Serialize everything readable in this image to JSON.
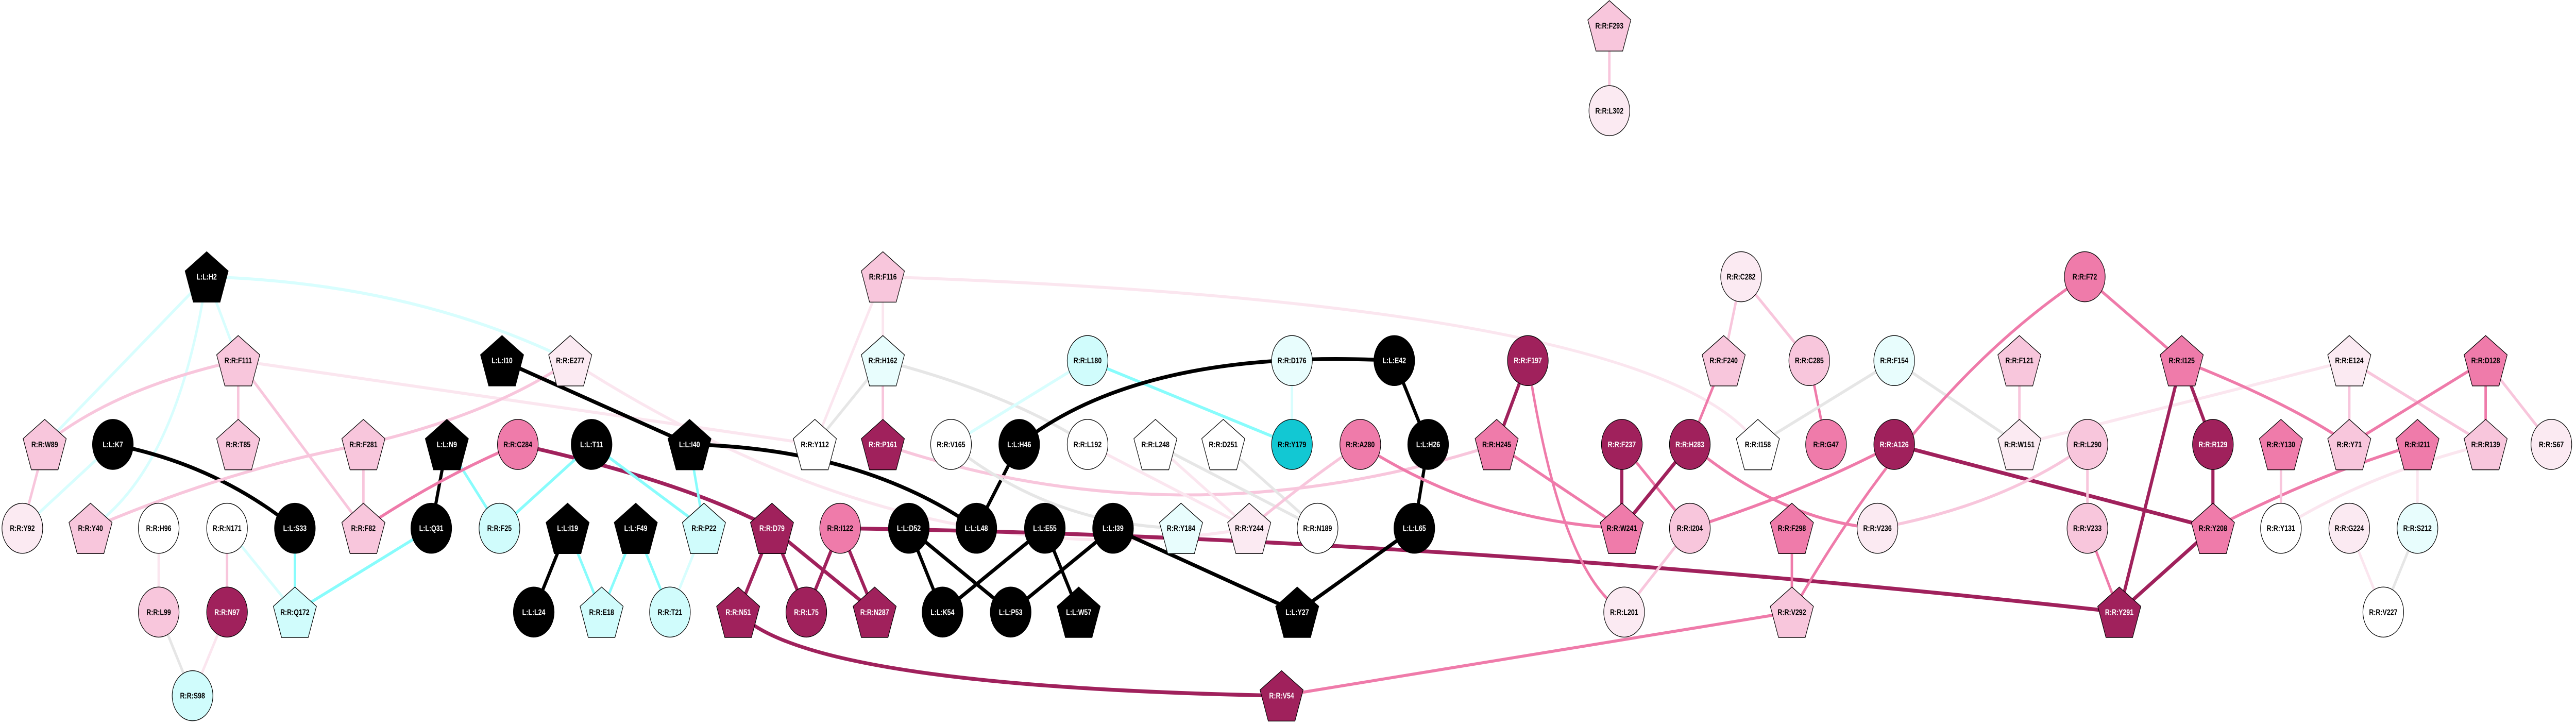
{
  "palette": {
    "ligand": "#000000",
    "dark": "#A0215C",
    "medium_pink": "#EF7BAA",
    "light_pink": "#F8C6DC",
    "pale_pink": "#FBEAF2",
    "white": "#FFFFFF",
    "light_cyan": "#D0FCFC",
    "pale_cyan": "#E8FDFD",
    "teal": "#12C8D3"
  },
  "nodes": [
    {
      "label": "R:R:F293",
      "shape": "pentagon",
      "fill": "#F8C6DC"
    },
    {
      "label": "R:R:L302",
      "shape": "circle",
      "fill": "#FBEAF2"
    },
    {
      "label": "L:L:H2",
      "shape": "pentagon",
      "fill": "#000000"
    },
    {
      "label": "R:R:F116",
      "shape": "pentagon",
      "fill": "#F8C6DC"
    },
    {
      "label": "R:R:C282",
      "shape": "circle",
      "fill": "#FBEAF2"
    },
    {
      "label": "R:R:F72",
      "shape": "circle",
      "fill": "#EF7BAA"
    },
    {
      "label": "R:R:F111",
      "shape": "pentagon",
      "fill": "#F8C6DC"
    },
    {
      "label": "L:L:I10",
      "shape": "pentagon",
      "fill": "#000000"
    },
    {
      "label": "R:R:E277",
      "shape": "pentagon",
      "fill": "#FBEAF2"
    },
    {
      "label": "R:R:H162",
      "shape": "pentagon",
      "fill": "#E8FDFD"
    },
    {
      "label": "R:R:L180",
      "shape": "circle",
      "fill": "#D0FCFC"
    },
    {
      "label": "R:R:D176",
      "shape": "circle",
      "fill": "#E8FDFD"
    },
    {
      "label": "L:L:E42",
      "shape": "circle",
      "fill": "#000000"
    },
    {
      "label": "R:R:F197",
      "shape": "circle",
      "fill": "#A0215C"
    },
    {
      "label": "R:R:F240",
      "shape": "pentagon",
      "fill": "#F8C6DC"
    },
    {
      "label": "R:R:C285",
      "shape": "circle",
      "fill": "#F8C6DC"
    },
    {
      "label": "R:R:F154",
      "shape": "circle",
      "fill": "#E8FDFD"
    },
    {
      "label": "R:R:F121",
      "shape": "pentagon",
      "fill": "#F8C6DC"
    },
    {
      "label": "R:R:I125",
      "shape": "pentagon",
      "fill": "#EF7BAA"
    },
    {
      "label": "R:R:E124",
      "shape": "pentagon",
      "fill": "#FBEAF2"
    },
    {
      "label": "R:R:D128",
      "shape": "pentagon",
      "fill": "#EF7BAA"
    },
    {
      "label": "R:R:W89",
      "shape": "pentagon",
      "fill": "#F8C6DC"
    },
    {
      "label": "L:L:K7",
      "shape": "circle",
      "fill": "#000000"
    },
    {
      "label": "R:R:T85",
      "shape": "pentagon",
      "fill": "#F8C6DC"
    },
    {
      "label": "R:R:F281",
      "shape": "pentagon",
      "fill": "#F8C6DC"
    },
    {
      "label": "L:L:N9",
      "shape": "pentagon",
      "fill": "#000000"
    },
    {
      "label": "R:R:C284",
      "shape": "circle",
      "fill": "#EF7BAA"
    },
    {
      "label": "L:L:T11",
      "shape": "circle",
      "fill": "#000000"
    },
    {
      "label": "L:L:I40",
      "shape": "pentagon",
      "fill": "#000000"
    },
    {
      "label": "R:R:Y112",
      "shape": "pentagon",
      "fill": "#FFFFFF"
    },
    {
      "label": "R:R:P161",
      "shape": "pentagon",
      "fill": "#A0215C"
    },
    {
      "label": "R:R:V165",
      "shape": "circle",
      "fill": "#FFFFFF"
    },
    {
      "label": "L:L:H46",
      "shape": "circle",
      "fill": "#000000"
    },
    {
      "label": "R:R:L192",
      "shape": "circle",
      "fill": "#FFFFFF"
    },
    {
      "label": "R:R:L248",
      "shape": "pentagon",
      "fill": "#FFFFFF"
    },
    {
      "label": "R:R:D251",
      "shape": "pentagon",
      "fill": "#FFFFFF"
    },
    {
      "label": "R:R:Y179",
      "shape": "circle",
      "fill": "#12C8D3"
    },
    {
      "label": "R:R:A280",
      "shape": "circle",
      "fill": "#EF7BAA"
    },
    {
      "label": "L:L:H26",
      "shape": "circle",
      "fill": "#000000"
    },
    {
      "label": "R:R:H245",
      "shape": "pentagon",
      "fill": "#EF7BAA"
    },
    {
      "label": "R:R:F237",
      "shape": "circle",
      "fill": "#A0215C"
    },
    {
      "label": "R:R:H283",
      "shape": "circle",
      "fill": "#A0215C"
    },
    {
      "label": "R:R:I158",
      "shape": "pentagon",
      "fill": "#FFFFFF"
    },
    {
      "label": "R:R:G47",
      "shape": "circle",
      "fill": "#EF7BAA"
    },
    {
      "label": "R:R:A126",
      "shape": "circle",
      "fill": "#A0215C"
    },
    {
      "label": "R:R:W151",
      "shape": "pentagon",
      "fill": "#FBEAF2"
    },
    {
      "label": "R:R:L290",
      "shape": "circle",
      "fill": "#F8C6DC"
    },
    {
      "label": "R:R:R129",
      "shape": "circle",
      "fill": "#A0215C"
    },
    {
      "label": "R:R:Y130",
      "shape": "pentagon",
      "fill": "#EF7BAA"
    },
    {
      "label": "R:R:Y71",
      "shape": "pentagon",
      "fill": "#F8C6DC"
    },
    {
      "label": "R:R:I211",
      "shape": "pentagon",
      "fill": "#EF7BAA"
    },
    {
      "label": "R:R:R139",
      "shape": "pentagon",
      "fill": "#F8C6DC"
    },
    {
      "label": "R:R:S67",
      "shape": "circle",
      "fill": "#FBEAF2"
    },
    {
      "label": "R:R:Y92",
      "shape": "circle",
      "fill": "#FBEAF2"
    },
    {
      "label": "R:R:Y40",
      "shape": "pentagon",
      "fill": "#F8C6DC"
    },
    {
      "label": "R:R:H96",
      "shape": "circle",
      "fill": "#FFFFFF"
    },
    {
      "label": "R:R:N171",
      "shape": "circle",
      "fill": "#FFFFFF"
    },
    {
      "label": "L:L:S33",
      "shape": "circle",
      "fill": "#000000"
    },
    {
      "label": "R:R:F82",
      "shape": "pentagon",
      "fill": "#F8C6DC"
    },
    {
      "label": "L:L:Q31",
      "shape": "circle",
      "fill": "#000000"
    },
    {
      "label": "R:R:F25",
      "shape": "circle",
      "fill": "#D0FCFC"
    },
    {
      "label": "L:L:I19",
      "shape": "pentagon",
      "fill": "#000000"
    },
    {
      "label": "L:L:F49",
      "shape": "pentagon",
      "fill": "#000000"
    },
    {
      "label": "R:R:P22",
      "shape": "pentagon",
      "fill": "#D0FCFC"
    },
    {
      "label": "R:R:D79",
      "shape": "pentagon",
      "fill": "#A0215C"
    },
    {
      "label": "R:R:I122",
      "shape": "circle",
      "fill": "#EF7BAA"
    },
    {
      "label": "L:L:D52",
      "shape": "circle",
      "fill": "#000000"
    },
    {
      "label": "L:L:L48",
      "shape": "circle",
      "fill": "#000000"
    },
    {
      "label": "L:L:E55",
      "shape": "circle",
      "fill": "#000000"
    },
    {
      "label": "L:L:I39",
      "shape": "circle",
      "fill": "#000000"
    },
    {
      "label": "R:R:Y184",
      "shape": "pentagon",
      "fill": "#E8FDFD"
    },
    {
      "label": "R:R:Y244",
      "shape": "pentagon",
      "fill": "#FBEAF2"
    },
    {
      "label": "R:R:N189",
      "shape": "circle",
      "fill": "#FFFFFF"
    },
    {
      "label": "L:L:L65",
      "shape": "circle",
      "fill": "#000000"
    },
    {
      "label": "R:R:W241",
      "shape": "pentagon",
      "fill": "#EF7BAA"
    },
    {
      "label": "R:R:I204",
      "shape": "circle",
      "fill": "#F8C6DC"
    },
    {
      "label": "R:R:F298",
      "shape": "pentagon",
      "fill": "#EF7BAA"
    },
    {
      "label": "R:R:V236",
      "shape": "circle",
      "fill": "#FBEAF2"
    },
    {
      "label": "R:R:V233",
      "shape": "circle",
      "fill": "#F8C6DC"
    },
    {
      "label": "R:R:Y208",
      "shape": "pentagon",
      "fill": "#EF7BAA"
    },
    {
      "label": "R:R:Y131",
      "shape": "circle",
      "fill": "#FFFFFF"
    },
    {
      "label": "R:R:G224",
      "shape": "circle",
      "fill": "#FBEAF2"
    },
    {
      "label": "R:R:S212",
      "shape": "circle",
      "fill": "#E8FDFD"
    },
    {
      "label": "R:R:L99",
      "shape": "circle",
      "fill": "#F8C6DC"
    },
    {
      "label": "R:R:N97",
      "shape": "circle",
      "fill": "#A0215C"
    },
    {
      "label": "R:R:Q172",
      "shape": "pentagon",
      "fill": "#D0FCFC"
    },
    {
      "label": "L:L:L24",
      "shape": "circle",
      "fill": "#000000"
    },
    {
      "label": "R:R:E18",
      "shape": "pentagon",
      "fill": "#D0FCFC"
    },
    {
      "label": "R:R:T21",
      "shape": "circle",
      "fill": "#D0FCFC"
    },
    {
      "label": "R:R:N51",
      "shape": "pentagon",
      "fill": "#A0215C"
    },
    {
      "label": "R:R:L75",
      "shape": "circle",
      "fill": "#A0215C"
    },
    {
      "label": "R:R:N287",
      "shape": "pentagon",
      "fill": "#A0215C"
    },
    {
      "label": "L:L:K54",
      "shape": "circle",
      "fill": "#000000"
    },
    {
      "label": "L:L:P53",
      "shape": "circle",
      "fill": "#000000"
    },
    {
      "label": "L:L:W57",
      "shape": "pentagon",
      "fill": "#000000"
    },
    {
      "label": "L:L:Y27",
      "shape": "pentagon",
      "fill": "#000000"
    },
    {
      "label": "R:R:L201",
      "shape": "circle",
      "fill": "#FBEAF2"
    },
    {
      "label": "R:R:V292",
      "shape": "pentagon",
      "fill": "#F8C6DC"
    },
    {
      "label": "R:R:Y291",
      "shape": "pentagon",
      "fill": "#A0215C"
    },
    {
      "label": "R:R:V227",
      "shape": "circle",
      "fill": "#FFFFFF"
    },
    {
      "label": "R:R:S98",
      "shape": "circle",
      "fill": "#D0FCFC"
    },
    {
      "label": "R:R:V54",
      "shape": "pentagon",
      "fill": "#A0215C"
    }
  ],
  "edges": [
    {
      "source": "R:R:F293",
      "target": "R:R:L302",
      "color": "#F8C6DC"
    },
    {
      "source": "L:L:H2",
      "target": "R:R:E277",
      "color": "#D8FEFE"
    },
    {
      "source": "L:L:H2",
      "target": "R:R:F111",
      "color": "#D8FEFE"
    },
    {
      "source": "L:L:H2",
      "target": "R:R:W89",
      "color": "#D8FEFE"
    },
    {
      "source": "L:L:H2",
      "target": "R:R:Y40",
      "color": "#D8FEFE"
    },
    {
      "source": "R:R:F111",
      "target": "R:R:W89",
      "color": "#F8C6DC"
    },
    {
      "source": "R:R:F111",
      "target": "R:R:T85",
      "color": "#F8C6DC"
    },
    {
      "source": "R:R:F111",
      "target": "R:R:F82",
      "color": "#F8C6DC"
    },
    {
      "source": "R:R:F111",
      "target": "R:R:Y112",
      "color": "#FBE6EF"
    },
    {
      "source": "R:R:W89",
      "target": "R:R:Y92",
      "color": "#F8C6DC"
    },
    {
      "source": "L:L:K7",
      "target": "R:R:Y92",
      "color": "#D8FEFE"
    },
    {
      "source": "L:L:K7",
      "target": "L:L:S33",
      "color": "#000000"
    },
    {
      "source": "R:R:F281",
      "target": "R:R:Y40",
      "color": "#F8C6DC"
    },
    {
      "source": "R:R:F281",
      "target": "R:R:F82",
      "color": "#F8C6DC"
    },
    {
      "source": "R:R:F281",
      "target": "R:R:E277",
      "color": "#F8C6DC"
    },
    {
      "source": "L:L:N9",
      "target": "L:L:Q31",
      "color": "#000000"
    },
    {
      "source": "L:L:N9",
      "target": "R:R:F25",
      "color": "#88FCFC"
    },
    {
      "source": "R:R:C284",
      "target": "R:R:F82",
      "color": "#EF7BAA"
    },
    {
      "source": "R:R:C284",
      "target": "R:R:D79",
      "color": "#A0215C"
    },
    {
      "source": "R:R:H96",
      "target": "R:R:L99",
      "color": "#FBE6EF"
    },
    {
      "source": "R:R:N171",
      "target": "R:R:N97",
      "color": "#F8C6DC"
    },
    {
      "source": "R:R:N171",
      "target": "R:R:Q172",
      "color": "#D8FEFE"
    },
    {
      "source": "L:L:S33",
      "target": "R:R:Q172",
      "color": "#88FCFC"
    },
    {
      "source": "L:L:Q31",
      "target": "R:R:Q172",
      "color": "#88FCFC"
    },
    {
      "source": "R:R:L99",
      "target": "R:R:S98",
      "color": "#E6E6E6"
    },
    {
      "source": "R:R:N97",
      "target": "R:R:S98",
      "color": "#FBE6EF"
    },
    {
      "source": "L:L:I10",
      "target": "L:L:I40",
      "color": "#000000"
    },
    {
      "source": "R:R:E277",
      "target": "R:R:Y244",
      "color": "#FBE6EF"
    },
    {
      "source": "L:L:T11",
      "target": "R:R:F25",
      "color": "#88FCFC"
    },
    {
      "source": "L:L:T11",
      "target": "R:R:P22",
      "color": "#88FCFC"
    },
    {
      "source": "L:L:I40",
      "target": "R:R:P22",
      "color": "#88FCFC"
    },
    {
      "source": "L:L:I40",
      "target": "L:L:L48",
      "color": "#000000"
    },
    {
      "source": "R:R:Y112",
      "target": "R:R:F116",
      "color": "#FBE6EF"
    },
    {
      "source": "R:R:Y112",
      "target": "R:R:H162",
      "color": "#E6E6E6"
    },
    {
      "source": "R:R:P22",
      "target": "R:R:T21",
      "color": "#D8FEFE"
    },
    {
      "source": "L:L:I19",
      "target": "L:L:L24",
      "color": "#000000"
    },
    {
      "source": "L:L:I19",
      "target": "R:R:E18",
      "color": "#88FCFC"
    },
    {
      "source": "L:L:F49",
      "target": "R:R:E18",
      "color": "#88FCFC"
    },
    {
      "source": "L:L:F49",
      "target": "R:R:T21",
      "color": "#88FCFC"
    },
    {
      "source": "R:R:D79",
      "target": "R:R:N51",
      "color": "#A0215C"
    },
    {
      "source": "R:R:D79",
      "target": "R:R:L75",
      "color": "#A0215C"
    },
    {
      "source": "R:R:D79",
      "target": "R:R:N287",
      "color": "#A0215C"
    },
    {
      "source": "R:R:I122",
      "target": "R:R:L75",
      "color": "#A0215C"
    },
    {
      "source": "R:R:I122",
      "target": "R:R:N287",
      "color": "#A0215C"
    },
    {
      "source": "R:R:I122",
      "target": "R:R:Y291",
      "color": "#A0215C"
    },
    {
      "source": "R:R:N51",
      "target": "R:R:V54",
      "color": "#A0215C"
    },
    {
      "source": "R:R:F116",
      "target": "R:R:H162",
      "color": "#FBE6EF"
    },
    {
      "source": "R:R:F116",
      "target": "R:R:I158",
      "color": "#FBE6EF"
    },
    {
      "source": "R:R:H162",
      "target": "R:R:P161",
      "color": "#F8C6DC"
    },
    {
      "source": "R:R:H162",
      "target": "R:R:L192",
      "color": "#E6E6E6"
    },
    {
      "source": "R:R:L180",
      "target": "R:R:V165",
      "color": "#D8FEFE"
    },
    {
      "source": "R:R:L180",
      "target": "R:R:Y179",
      "color": "#88FCFC"
    },
    {
      "source": "R:R:D176",
      "target": "R:R:Y179",
      "color": "#D8FEFE"
    },
    {
      "source": "L:L:H46",
      "target": "L:L:E42",
      "color": "#000000"
    },
    {
      "source": "L:L:H46",
      "target": "L:L:L48",
      "color": "#000000"
    },
    {
      "source": "R:R:P161",
      "target": "R:R:H245",
      "color": "#F8C6DC"
    },
    {
      "source": "R:R:V165",
      "target": "R:R:Y184",
      "color": "#E6E6E6"
    },
    {
      "source": "R:R:L192",
      "target": "R:R:Y244",
      "color": "#FBE6EF"
    },
    {
      "source": "R:R:L248",
      "target": "R:R:Y244",
      "color": "#FBE6EF"
    },
    {
      "source": "R:R:L248",
      "target": "R:R:N189",
      "color": "#E6E6E6"
    },
    {
      "source": "R:R:D251",
      "target": "R:R:N189",
      "color": "#E6E6E6"
    },
    {
      "source": "L:L:D52",
      "target": "L:L:K54",
      "color": "#000000"
    },
    {
      "source": "L:L:D52",
      "target": "L:L:P53",
      "color": "#000000"
    },
    {
      "source": "L:L:E55",
      "target": "L:L:K54",
      "color": "#000000"
    },
    {
      "source": "L:L:E55",
      "target": "L:L:W57",
      "color": "#000000"
    },
    {
      "source": "L:L:I39",
      "target": "L:L:P53",
      "color": "#000000"
    },
    {
      "source": "L:L:I39",
      "target": "L:L:Y27",
      "color": "#000000"
    },
    {
      "source": "L:L:E42",
      "target": "L:L:H26",
      "color": "#000000"
    },
    {
      "source": "L:L:H26",
      "target": "L:L:L65",
      "color": "#000000"
    },
    {
      "source": "L:L:L65",
      "target": "L:L:Y27",
      "color": "#000000"
    },
    {
      "source": "R:R:A280",
      "target": "R:R:Y244",
      "color": "#F8C6DC"
    },
    {
      "source": "R:R:A280",
      "target": "R:R:W241",
      "color": "#EF7BAA"
    },
    {
      "source": "R:R:F197",
      "target": "R:R:H245",
      "color": "#A0215C"
    },
    {
      "source": "R:R:F197",
      "target": "R:R:L201",
      "color": "#EF7BAA"
    },
    {
      "source": "R:R:H245",
      "target": "R:R:W241",
      "color": "#EF7BAA"
    },
    {
      "source": "R:R:F237",
      "target": "R:R:W241",
      "color": "#A0215C"
    },
    {
      "source": "R:R:F237",
      "target": "R:R:I204",
      "color": "#EF7BAA"
    },
    {
      "source": "R:R:H283",
      "target": "R:R:W241",
      "color": "#A0215C"
    },
    {
      "source": "R:R:H283",
      "target": "R:R:F240",
      "color": "#EF7BAA"
    },
    {
      "source": "R:R:H283",
      "target": "R:R:V236",
      "color": "#EF7BAA"
    },
    {
      "source": "R:R:I204",
      "target": "R:R:L201",
      "color": "#F8C6DC"
    },
    {
      "source": "R:R:I204",
      "target": "R:R:A126",
      "color": "#EF7BAA"
    },
    {
      "source": "R:R:C282",
      "target": "R:R:F240",
      "color": "#F8C6DC"
    },
    {
      "source": "R:R:C282",
      "target": "R:R:C285",
      "color": "#F8C6DC"
    },
    {
      "source": "R:R:C285",
      "target": "R:R:G47",
      "color": "#EF7BAA"
    },
    {
      "source": "R:R:F154",
      "target": "R:R:I158",
      "color": "#E6E6E6"
    },
    {
      "source": "R:R:F154",
      "target": "R:R:W151",
      "color": "#E6E6E6"
    },
    {
      "source": "R:R:F121",
      "target": "R:R:W151",
      "color": "#F8C6DC"
    },
    {
      "source": "R:R:W151",
      "target": "R:R:E124",
      "color": "#FBE6EF"
    },
    {
      "source": "R:R:A126",
      "target": "R:R:Y208",
      "color": "#A0215C"
    },
    {
      "source": "R:R:L290",
      "target": "R:R:V236",
      "color": "#F8C6DC"
    },
    {
      "source": "R:R:L290",
      "target": "R:R:V233",
      "color": "#F8C6DC"
    },
    {
      "source": "R:R:F298",
      "target": "R:R:V292",
      "color": "#EF7BAA"
    },
    {
      "source": "R:R:V233",
      "target": "R:R:Y291",
      "color": "#EF7BAA"
    },
    {
      "source": "R:R:F72",
      "target": "R:R:V292",
      "color": "#EF7BAA"
    },
    {
      "source": "R:R:F72",
      "target": "R:R:I125",
      "color": "#EF7BAA"
    },
    {
      "source": "R:R:V54",
      "target": "R:R:V292",
      "color": "#EF7BAA"
    },
    {
      "source": "R:R:I125",
      "target": "R:R:R129",
      "color": "#A0215C"
    },
    {
      "source": "R:R:I125",
      "target": "R:R:Y291",
      "color": "#A0215C"
    },
    {
      "source": "R:R:I125",
      "target": "R:R:Y71",
      "color": "#EF7BAA"
    },
    {
      "source": "R:R:R129",
      "target": "R:R:Y208",
      "color": "#A0215C"
    },
    {
      "source": "R:R:Y208",
      "target": "R:R:Y291",
      "color": "#A0215C"
    },
    {
      "source": "R:R:Y208",
      "target": "R:R:I211",
      "color": "#EF7BAA"
    },
    {
      "source": "R:R:E124",
      "target": "R:R:Y71",
      "color": "#F8C6DC"
    },
    {
      "source": "R:R:E124",
      "target": "R:R:R139",
      "color": "#F8C6DC"
    },
    {
      "source": "R:R:D128",
      "target": "R:R:Y71",
      "color": "#EF7BAA"
    },
    {
      "source": "R:R:D128",
      "target": "R:R:R139",
      "color": "#EF7BAA"
    },
    {
      "source": "R:R:D128",
      "target": "R:R:S67",
      "color": "#F8C6DC"
    },
    {
      "source": "R:R:Y130",
      "target": "R:R:Y131",
      "color": "#F8C6DC"
    },
    {
      "source": "R:R:R139",
      "target": "R:R:Y131",
      "color": "#FBE6EF"
    },
    {
      "source": "R:R:I211",
      "target": "R:R:S212",
      "color": "#FBE6EF"
    },
    {
      "source": "R:R:G224",
      "target": "R:R:V227",
      "color": "#FBE6EF"
    },
    {
      "source": "R:R:S212",
      "target": "R:R:V227",
      "color": "#E6E6E6"
    }
  ]
}
